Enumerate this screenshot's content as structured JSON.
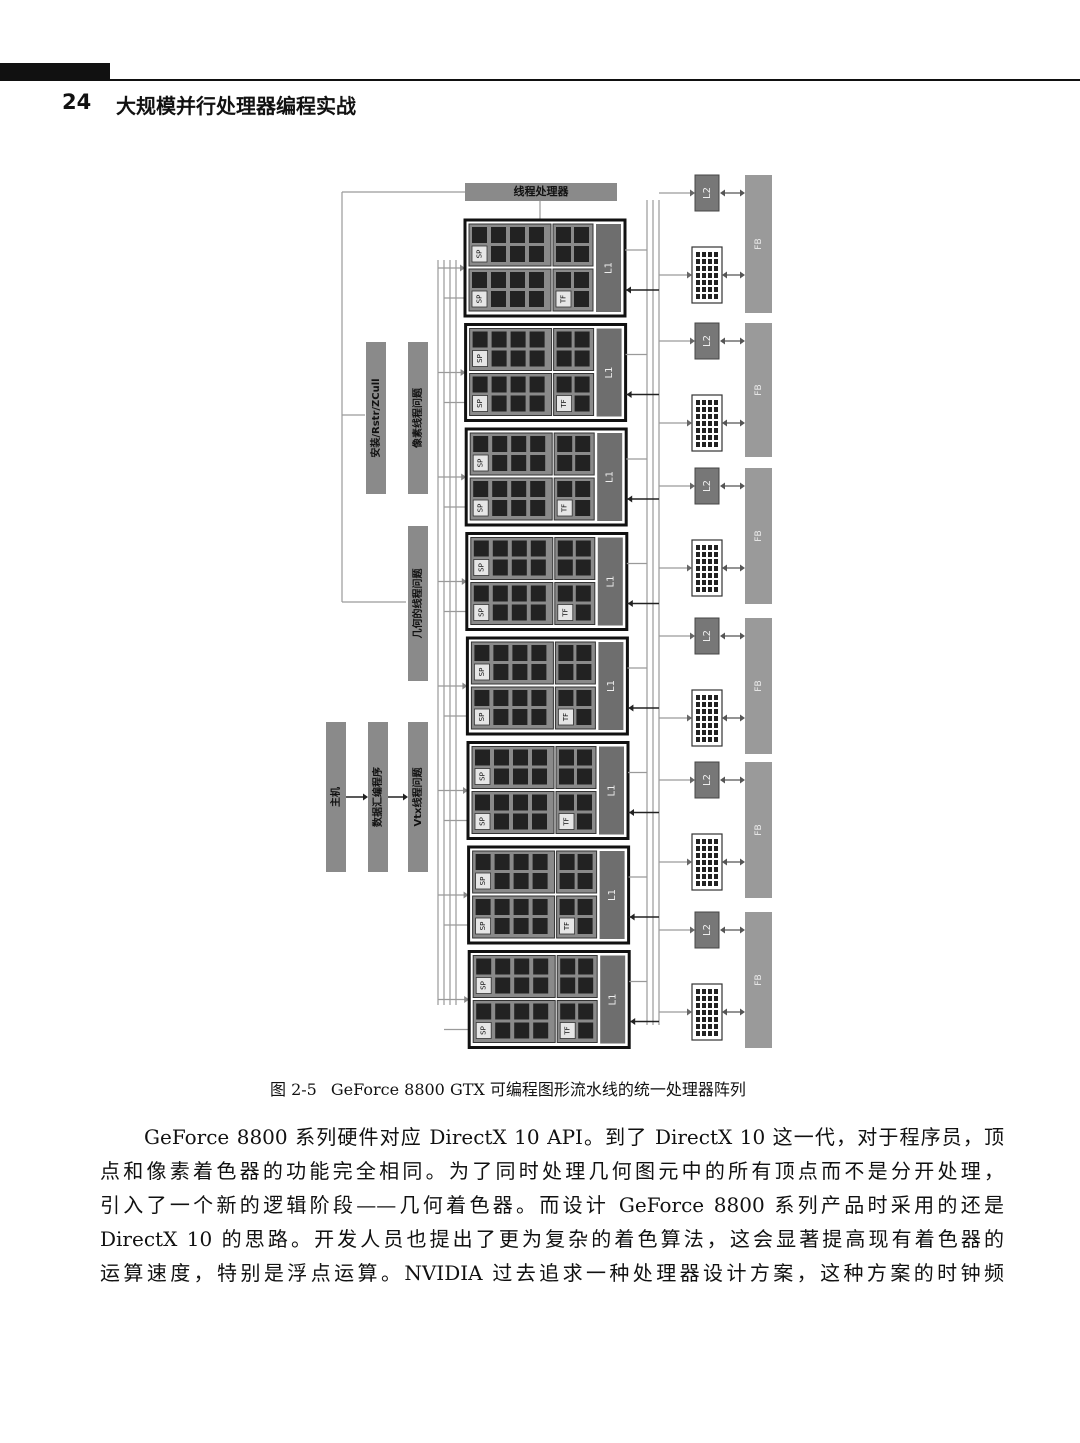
{
  "header": {
    "page_number": "24",
    "book_title": "大规模并行处理器编程实战"
  },
  "figure": {
    "thread_processor_label": "线程处理器",
    "host_label": "主机",
    "data_assembler_label": "数据汇编程序",
    "vtx_issue_label": "Vtx线程问题",
    "geom_issue_label": "几何的线程问题",
    "setup_label": "安装/Rstr/ZCull",
    "pixel_issue_label": "像素线程问题",
    "sp_label": "SP",
    "tf_label": "TF",
    "l1_label": "L1",
    "l2_label": "L2",
    "fb_label": "FB",
    "cluster_count": 8,
    "colors": {
      "block_fill": "#8a8a8a",
      "dark_cell": "#222222",
      "frame": "#111111",
      "line": "#9a9a9a"
    }
  },
  "caption": {
    "figure_number": "图 2-5",
    "text": "GeForce 8800 GTX 可编程图形流水线的统一处理器阵列"
  },
  "body_lines": [
    "GeForce 8800 系列硬件对应 DirectX 10 API。到了 DirectX 10 这一代，对于程序员，顶",
    "点和像素着色器的功能完全相同。为了同时处理几何图元中的所有顶点而不是分开处理，",
    "引入了一个新的逻辑阶段——几何着色器。而设计 GeForce 8800 系列产品时采用的还是",
    "DirectX 10 的思路。开发人员也提出了更为复杂的着色算法，这会显著提高现有着色器的",
    "运算速度，特别是浮点运算。NVIDIA 过去追求一种处理器设计方案，这种方案的时钟频"
  ]
}
